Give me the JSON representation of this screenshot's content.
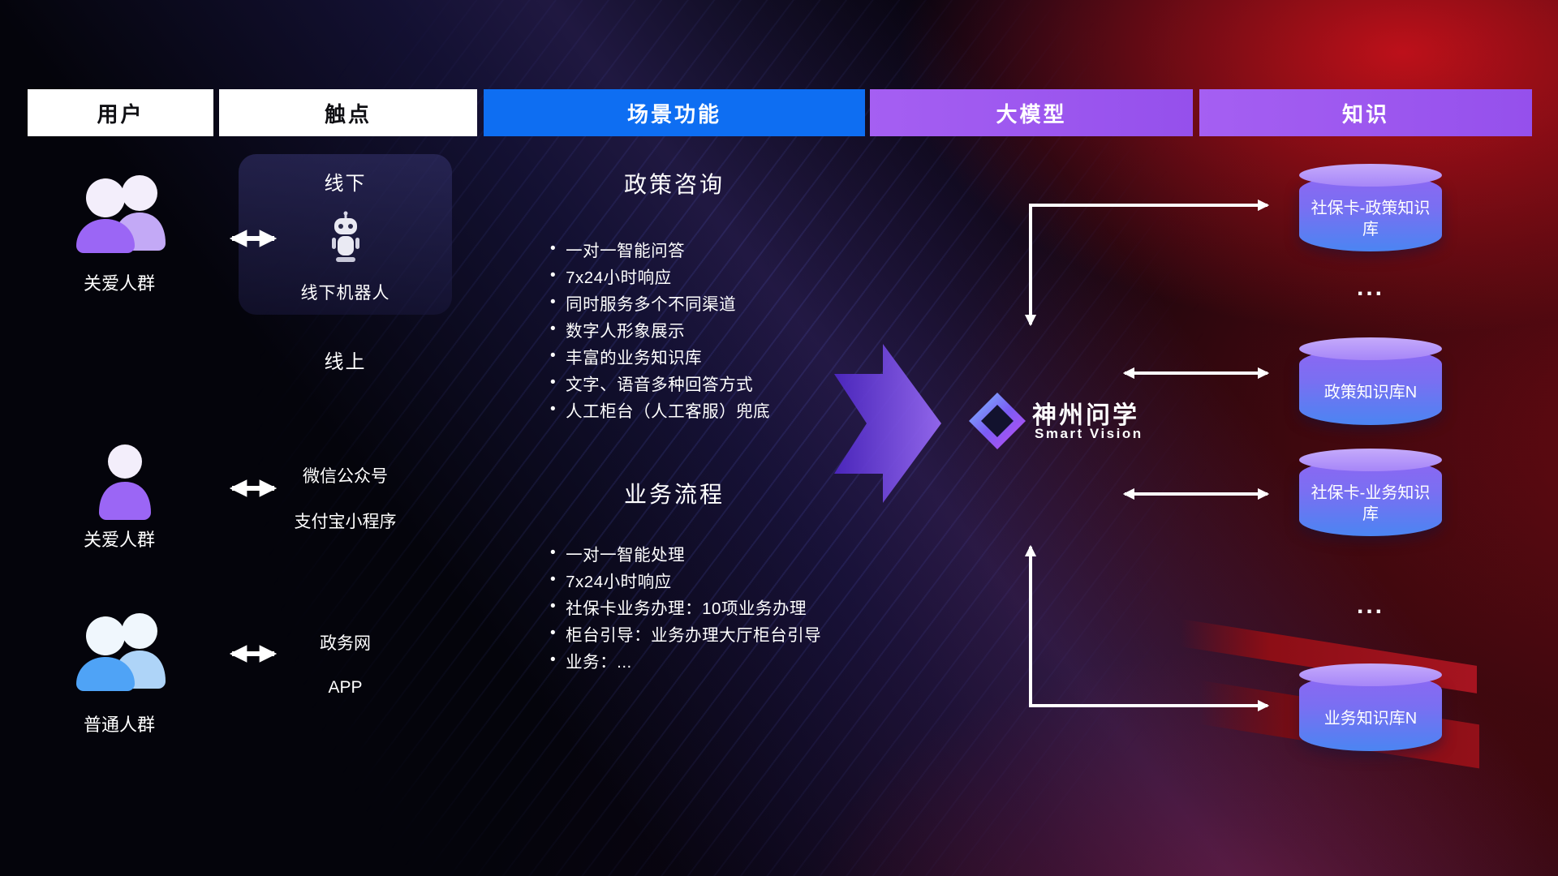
{
  "columns": {
    "users": "用户",
    "touchpoints": "触点",
    "scenes": "场景功能",
    "model": "大模型",
    "knowledge": "知识"
  },
  "users": [
    {
      "label": "关爱人群"
    },
    {
      "label": "关爱人群"
    },
    {
      "label": "普通人群"
    }
  ],
  "touchpoints": {
    "offline_title": "线下",
    "offline_robot": "线下机器人",
    "online_title": "线上",
    "channels": [
      "微信公众号",
      "支付宝小程序",
      "政务网",
      "APP"
    ]
  },
  "scenes": {
    "policy": {
      "title": "政策咨询",
      "items": [
        "一对一智能问答",
        "7x24小时响应",
        "同时服务多个不同渠道",
        "数字人形象展示",
        "丰富的业务知识库",
        "文字、语音多种回答方式",
        "人工柜台（人工客服）兜底"
      ]
    },
    "business": {
      "title": "业务流程",
      "items": [
        "一对一智能处理",
        "7x24小时响应",
        "社保卡业务办理：10项业务办理",
        "柜台引导：业务办理大厅柜台引导",
        "业务：..."
      ]
    }
  },
  "model": {
    "name": "神州问学",
    "subtitle": "Smart Vision"
  },
  "knowledge": {
    "db1": "社保卡-政策知识库",
    "ellipsis1": "...",
    "db2": "政策知识库N",
    "db3": "社保卡-业务知识库",
    "ellipsis2": "...",
    "db4": "业务知识库N"
  },
  "colors": {
    "header_blue": "#0E6EF2",
    "header_purple": "#9B55EF",
    "accent_purple": "#9B66F5",
    "accent_blue": "#52A6F7",
    "background_red": "#C01020",
    "cylinder_top": "#B79AF9",
    "cylinder_bottom": "#4B85F2"
  }
}
